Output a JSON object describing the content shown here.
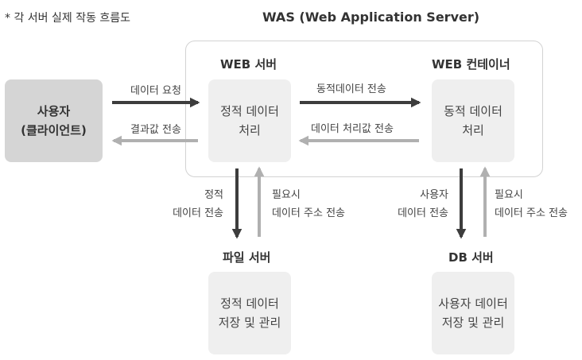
{
  "note": "* 각 서버 실제 작동 흐름도",
  "was_title": "WAS (Web Application Server)",
  "client": {
    "label": "사용자\n(클라이언트)"
  },
  "web_server": {
    "title": "WEB 서버",
    "box": "정적 데이터\n처리"
  },
  "web_container": {
    "title": "WEB 컨테이너",
    "box": "동적 데이터\n처리"
  },
  "file_server": {
    "title": "파일 서버",
    "box": "정적 데이터\n저장 및 관리"
  },
  "db_server": {
    "title": "DB 서버",
    "box": "사용자 데이터\n저장 및 관리"
  },
  "flows": {
    "data_request": "데이터 요청",
    "result_send": "결과값 전송",
    "dynamic_send": "동적데이터 전송",
    "processed_send": "데이터 처리값 전송",
    "static_data_send": "정적\n데이터 전송",
    "file_addr_needed": "필요시\n데이터 주소 전송",
    "user_data_send": "사용자\n데이터 전송",
    "db_addr_needed": "필요시\n데이터 주소 전송"
  },
  "colors": {
    "dark_arrow": "#3d3d3d",
    "light_arrow": "#b0b0b0",
    "node_bg": "#efefef",
    "client_bg": "#d5d5d5"
  }
}
